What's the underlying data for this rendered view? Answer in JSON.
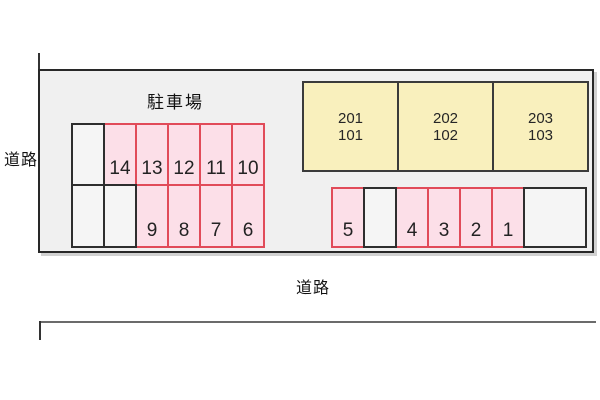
{
  "labels": {
    "lot_title": "駐車場",
    "road_left": "道路",
    "road_bottom": "道路"
  },
  "building": {
    "units": [
      {
        "line1": "201",
        "line2": "101"
      },
      {
        "line1": "202",
        "line2": "102"
      },
      {
        "line1": "203",
        "line2": "103"
      }
    ]
  },
  "parking": {
    "left_top_row": [
      {
        "label": "",
        "type": "empty"
      },
      {
        "label": "14",
        "type": "space"
      },
      {
        "label": "13",
        "type": "space"
      },
      {
        "label": "12",
        "type": "space"
      },
      {
        "label": "11",
        "type": "space"
      },
      {
        "label": "10",
        "type": "space"
      }
    ],
    "left_bottom_row": [
      {
        "label": "",
        "type": "empty"
      },
      {
        "label": "",
        "type": "empty"
      },
      {
        "label": "9",
        "type": "space"
      },
      {
        "label": "8",
        "type": "space"
      },
      {
        "label": "7",
        "type": "space"
      },
      {
        "label": "6",
        "type": "space"
      }
    ],
    "right_row": [
      {
        "label": "5",
        "type": "space"
      },
      {
        "label": "",
        "type": "empty"
      },
      {
        "label": "4",
        "type": "space"
      },
      {
        "label": "3",
        "type": "space"
      },
      {
        "label": "2",
        "type": "space"
      },
      {
        "label": "1",
        "type": "space"
      },
      {
        "label": "",
        "type": "empty"
      }
    ]
  },
  "colors": {
    "space_fill": "#fcdfe8",
    "space_border": "#e14b59",
    "empty_fill": "#f5f5f5",
    "empty_border": "#2e2e2e",
    "building_fill": "#f9f0bd",
    "building_border": "#3b3b3b",
    "lot_fill": "#f0f0f0",
    "lot_border": "#282828",
    "road_line": "#6b6b6b"
  }
}
